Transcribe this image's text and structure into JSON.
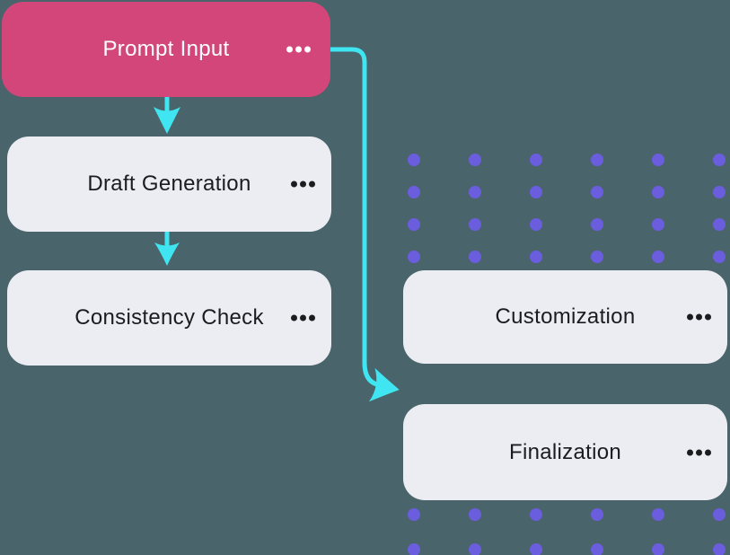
{
  "theme": {
    "background": "#4a646b",
    "accent_pink": "#d3467a",
    "accent_cyan": "#3fe5f0",
    "node_bg": "#ebedf3",
    "node_text": "#1b1c1e",
    "dot_purple": "#6a5dde",
    "pink_node_text": "#ffffff"
  },
  "nodes": [
    {
      "id": "prompt-input",
      "label": "Prompt Input",
      "variant": "pink",
      "more_options_icon": "ellipsis-icon"
    },
    {
      "id": "draft-generation",
      "label": "Draft Generation",
      "variant": "light",
      "more_options_icon": "ellipsis-icon"
    },
    {
      "id": "consistency-check",
      "label": "Consistency Check",
      "variant": "light",
      "more_options_icon": "ellipsis-icon"
    },
    {
      "id": "customization",
      "label": "Customization",
      "variant": "light",
      "more_options_icon": "ellipsis-icon"
    },
    {
      "id": "finalization",
      "label": "Finalization",
      "variant": "light",
      "more_options_icon": "ellipsis-icon"
    }
  ],
  "edges": [
    {
      "from": "Prompt Input",
      "to": "Draft Generation",
      "style": "cyan-arrow-down"
    },
    {
      "from": "Draft Generation",
      "to": "Consistency Check",
      "style": "cyan-arrow-down"
    },
    {
      "from": "Prompt Input",
      "to": "right column between Customization and Finalization",
      "style": "cyan-arrow-curved-right"
    }
  ],
  "decor": {
    "dot_grid_top": {
      "rows": 4,
      "cols": 6
    },
    "dot_grid_bottom": {
      "rows": 2,
      "cols": 6
    }
  }
}
